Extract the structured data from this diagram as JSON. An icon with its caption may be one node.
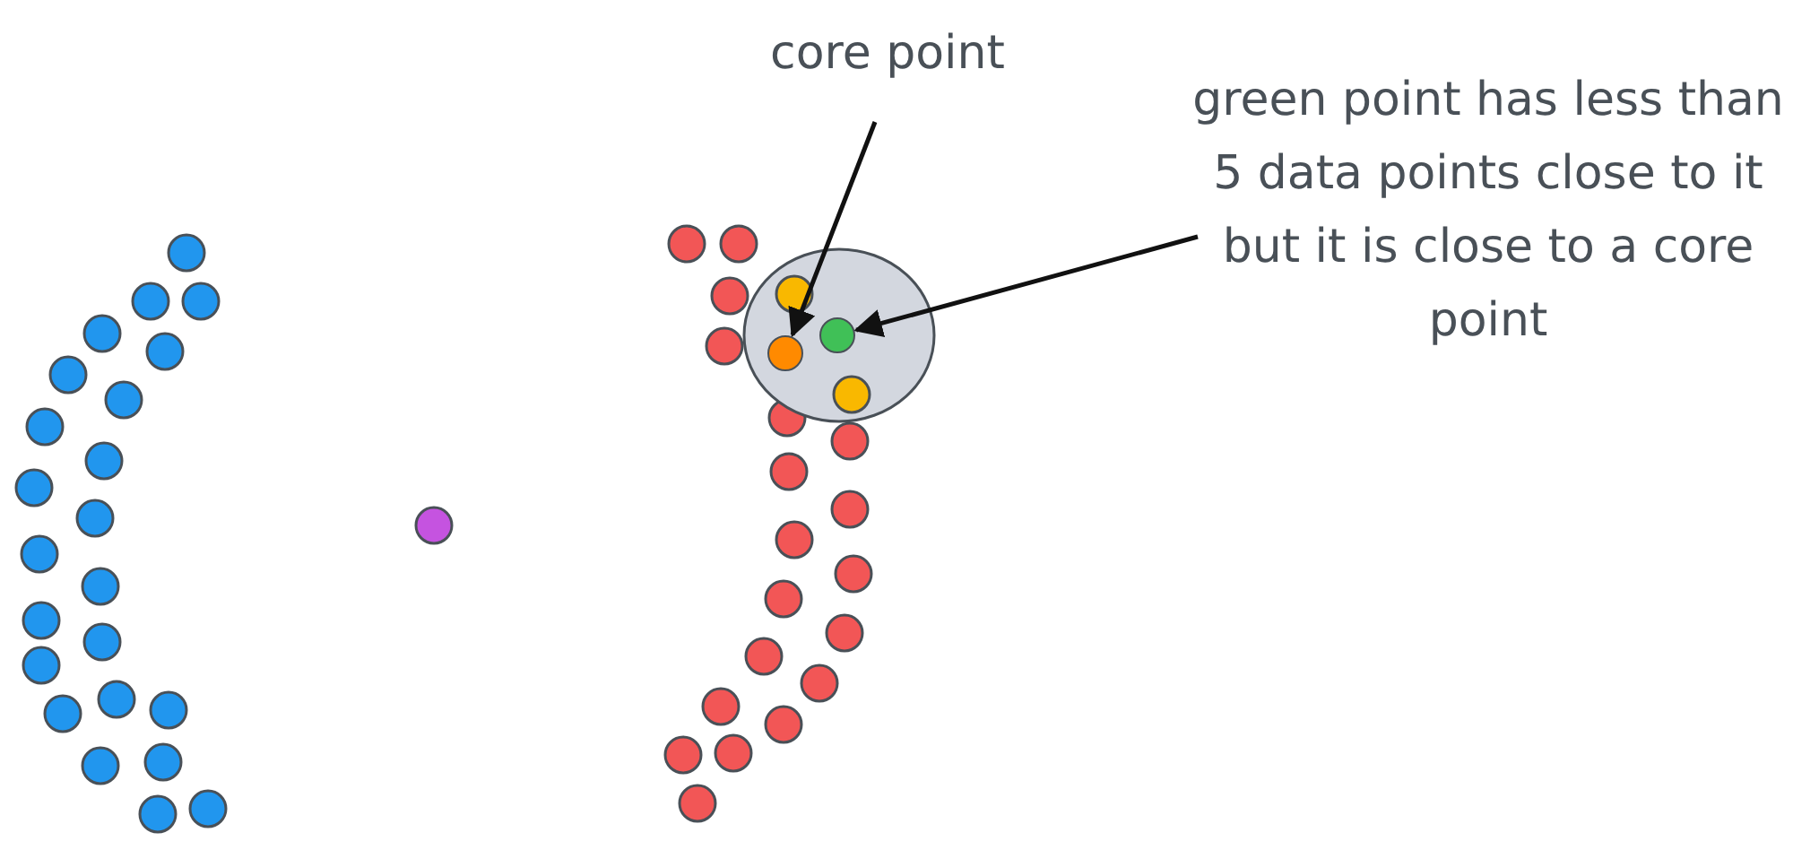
{
  "diagram": {
    "nodes": [
      {
        "text": [
          "core point"
        ]
      },
      {
        "text": [
          "green point has less than 5 data points close to it but it is close to a core point"
        ]
      },
      {
        "text": [],
        "shape": "circle"
      },
      {
        "text": [],
        "shape": "circle"
      }
    ],
    "edges": [
      {
        "from": 0,
        "to": 2,
        "arrow": "to"
      },
      {
        "from": 1,
        "to": 3,
        "arrow": "to"
      }
    ]
  }
}
